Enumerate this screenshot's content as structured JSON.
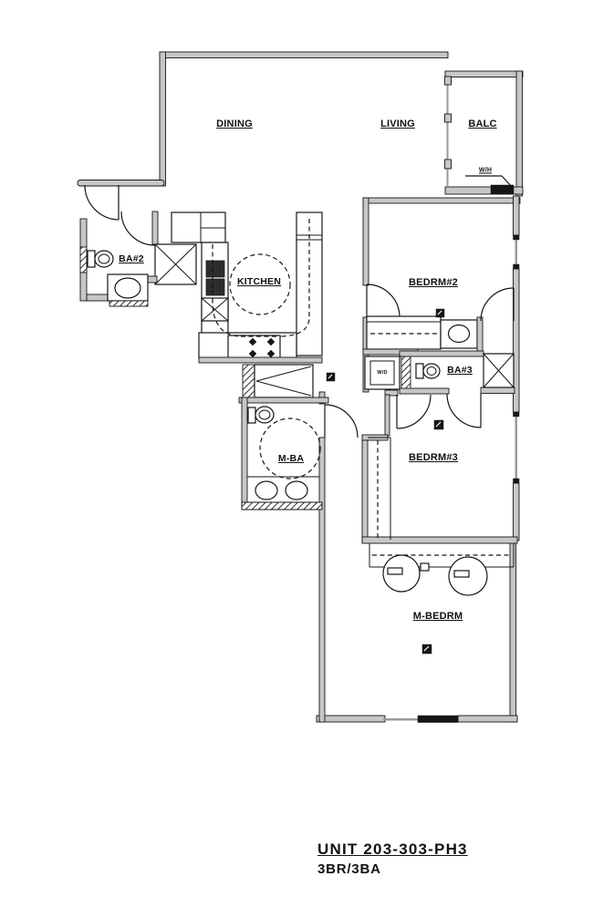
{
  "plan": {
    "title": "UNIT 203-303-PH3",
    "subtitle": "3BR/3BA",
    "rooms": {
      "dining": "DINING",
      "living": "LIVING",
      "balcony": "BALC",
      "bath2": "BA#2",
      "kitchen": "KITCHEN",
      "bedroom2": "BEDRM#2",
      "bath3": "BA#3",
      "master_bath": "M-BA",
      "bedroom3": "BEDRM#3",
      "master_bedroom": "M-BEDRM"
    },
    "fixtures": {
      "water_heater": "W/H",
      "washer_dryer": "W/D"
    },
    "colors": {
      "line": "#161616",
      "wall_fill": "#c7c7c7",
      "background": "#ffffff"
    }
  }
}
